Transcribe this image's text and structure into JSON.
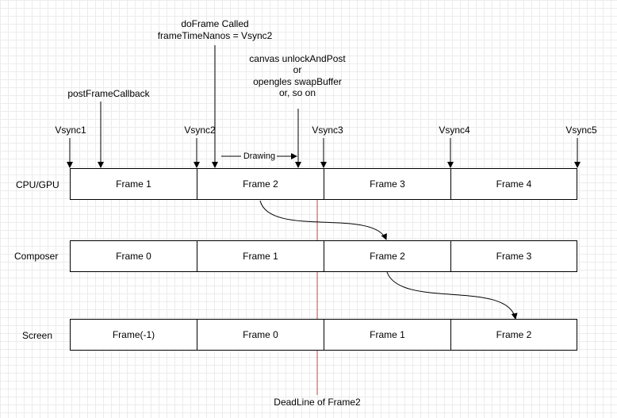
{
  "annotations": {
    "do_frame_line1": "doFrame Called",
    "do_frame_line2": "frameTimeNanos = Vsync2",
    "canvas_line1": "canvas unlockAndPost",
    "canvas_line2": "or",
    "canvas_line3": "opengles swapBuffer",
    "canvas_line4": "or, so on",
    "post_frame_callback": "postFrameCallback",
    "drawing": "Drawing",
    "deadline": "DeadLine of Frame2"
  },
  "vsyncs": [
    "Vsync1",
    "Vsync2",
    "Vsync3",
    "Vsync4",
    "Vsync5"
  ],
  "rows": [
    {
      "label": "CPU/GPU",
      "cells": [
        "Frame 1",
        "Frame 2",
        "Frame 3",
        "Frame 4"
      ]
    },
    {
      "label": "Composer",
      "cells": [
        "Frame 0",
        "Frame 1",
        "Frame 2",
        "Frame 3"
      ]
    },
    {
      "label": "Screen",
      "cells": [
        "Frame(-1)",
        "Frame 0",
        "Frame 1",
        "Frame 2"
      ]
    }
  ],
  "colors": {
    "deadline_line": "#b85450",
    "grid": "#ececec"
  }
}
